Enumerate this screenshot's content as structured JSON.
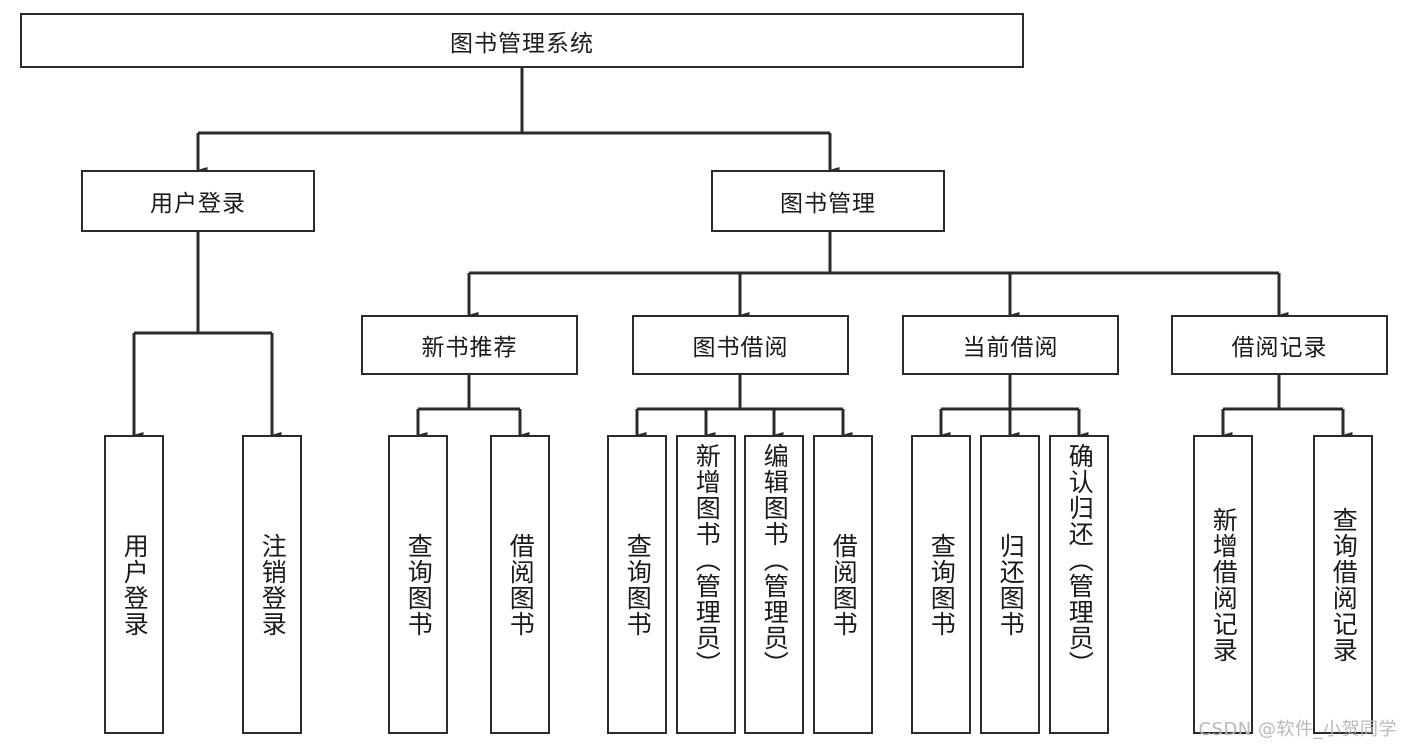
{
  "diagram": {
    "type": "tree-hierarchy",
    "title": "图书管理系统",
    "watermark": "CSDN @软件_小贺同学",
    "colors": {
      "stroke": "#2b2b2b",
      "fill": "#ffffff",
      "text": "#1a1a1a",
      "watermark": "#b9b9b9"
    },
    "levels": {
      "root": {
        "label": "图书管理系统"
      },
      "level2": [
        {
          "id": "user-login",
          "label": "用户登录"
        },
        {
          "id": "book-manage",
          "label": "图书管理"
        }
      ],
      "level3": [
        {
          "id": "new-book-recommend",
          "label": "新书推荐",
          "parent": "book-manage"
        },
        {
          "id": "book-borrow",
          "label": "图书借阅",
          "parent": "book-manage"
        },
        {
          "id": "current-borrow",
          "label": "当前借阅",
          "parent": "book-manage"
        },
        {
          "id": "borrow-record",
          "label": "借阅记录",
          "parent": "book-manage"
        }
      ],
      "leaves": [
        {
          "id": "leaf-user-login",
          "label": "用户登录",
          "parent": "user-login"
        },
        {
          "id": "leaf-logout-login",
          "label": "注销登录",
          "parent": "user-login"
        },
        {
          "id": "leaf-query-book-1",
          "label": "查询图书",
          "parent": "new-book-recommend"
        },
        {
          "id": "leaf-borrow-book-1",
          "label": "借阅图书",
          "parent": "new-book-recommend"
        },
        {
          "id": "leaf-query-book-2",
          "label": "查询图书",
          "parent": "book-borrow"
        },
        {
          "id": "leaf-add-book",
          "label": "新增图书（管理员）",
          "parent": "book-borrow"
        },
        {
          "id": "leaf-edit-book",
          "label": "编辑图书（管理员）",
          "parent": "book-borrow"
        },
        {
          "id": "leaf-borrow-book-2",
          "label": "借阅图书",
          "parent": "book-borrow"
        },
        {
          "id": "leaf-query-book-3",
          "label": "查询图书",
          "parent": "current-borrow"
        },
        {
          "id": "leaf-return-book",
          "label": "归还图书",
          "parent": "current-borrow"
        },
        {
          "id": "leaf-confirm-return",
          "label": "确认归还（管理员）",
          "parent": "current-borrow"
        },
        {
          "id": "leaf-add-record",
          "label": "新增借阅记录",
          "parent": "borrow-record"
        },
        {
          "id": "leaf-query-record",
          "label": "查询借阅记录",
          "parent": "borrow-record"
        }
      ]
    }
  }
}
